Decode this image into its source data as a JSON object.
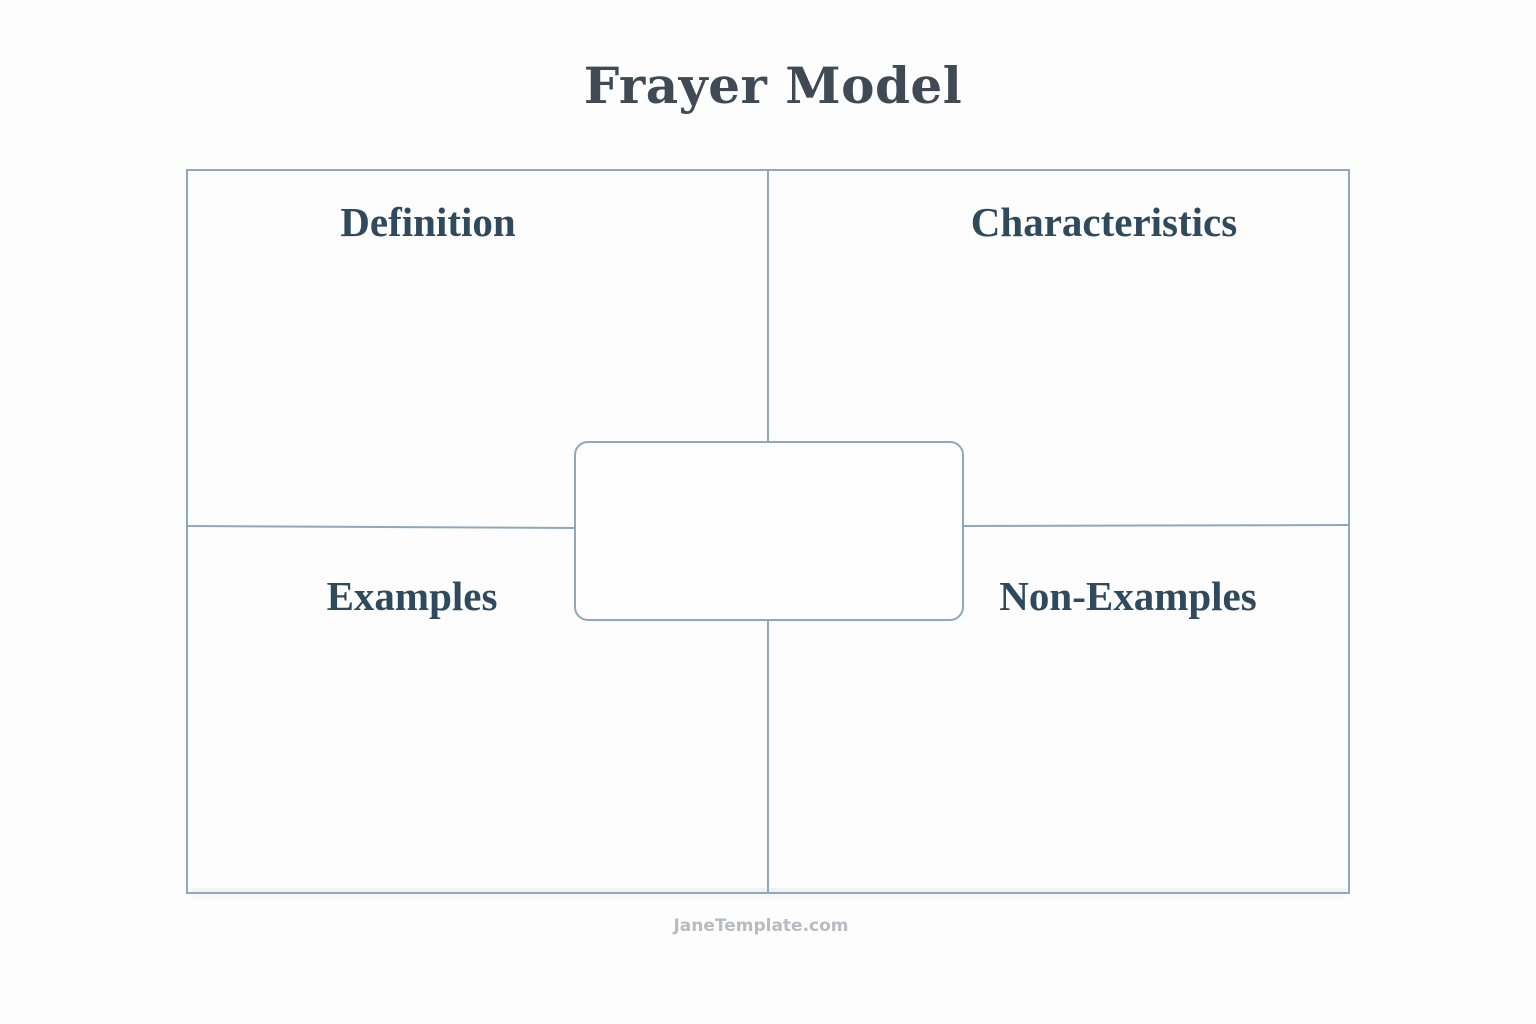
{
  "title": "Frayer Model",
  "quadrants": {
    "top_left": "Definition",
    "top_right": "Characteristics",
    "bottom_left": "Examples",
    "bottom_right": "Non-Examples"
  },
  "center_term": "",
  "footer": "JaneTemplate.com",
  "colors": {
    "title": "#3f4a55",
    "labels": "#2f4a5c",
    "lines": "#8fa8bd",
    "footer": "#b6bcc2",
    "background": "#fdfdfd"
  }
}
